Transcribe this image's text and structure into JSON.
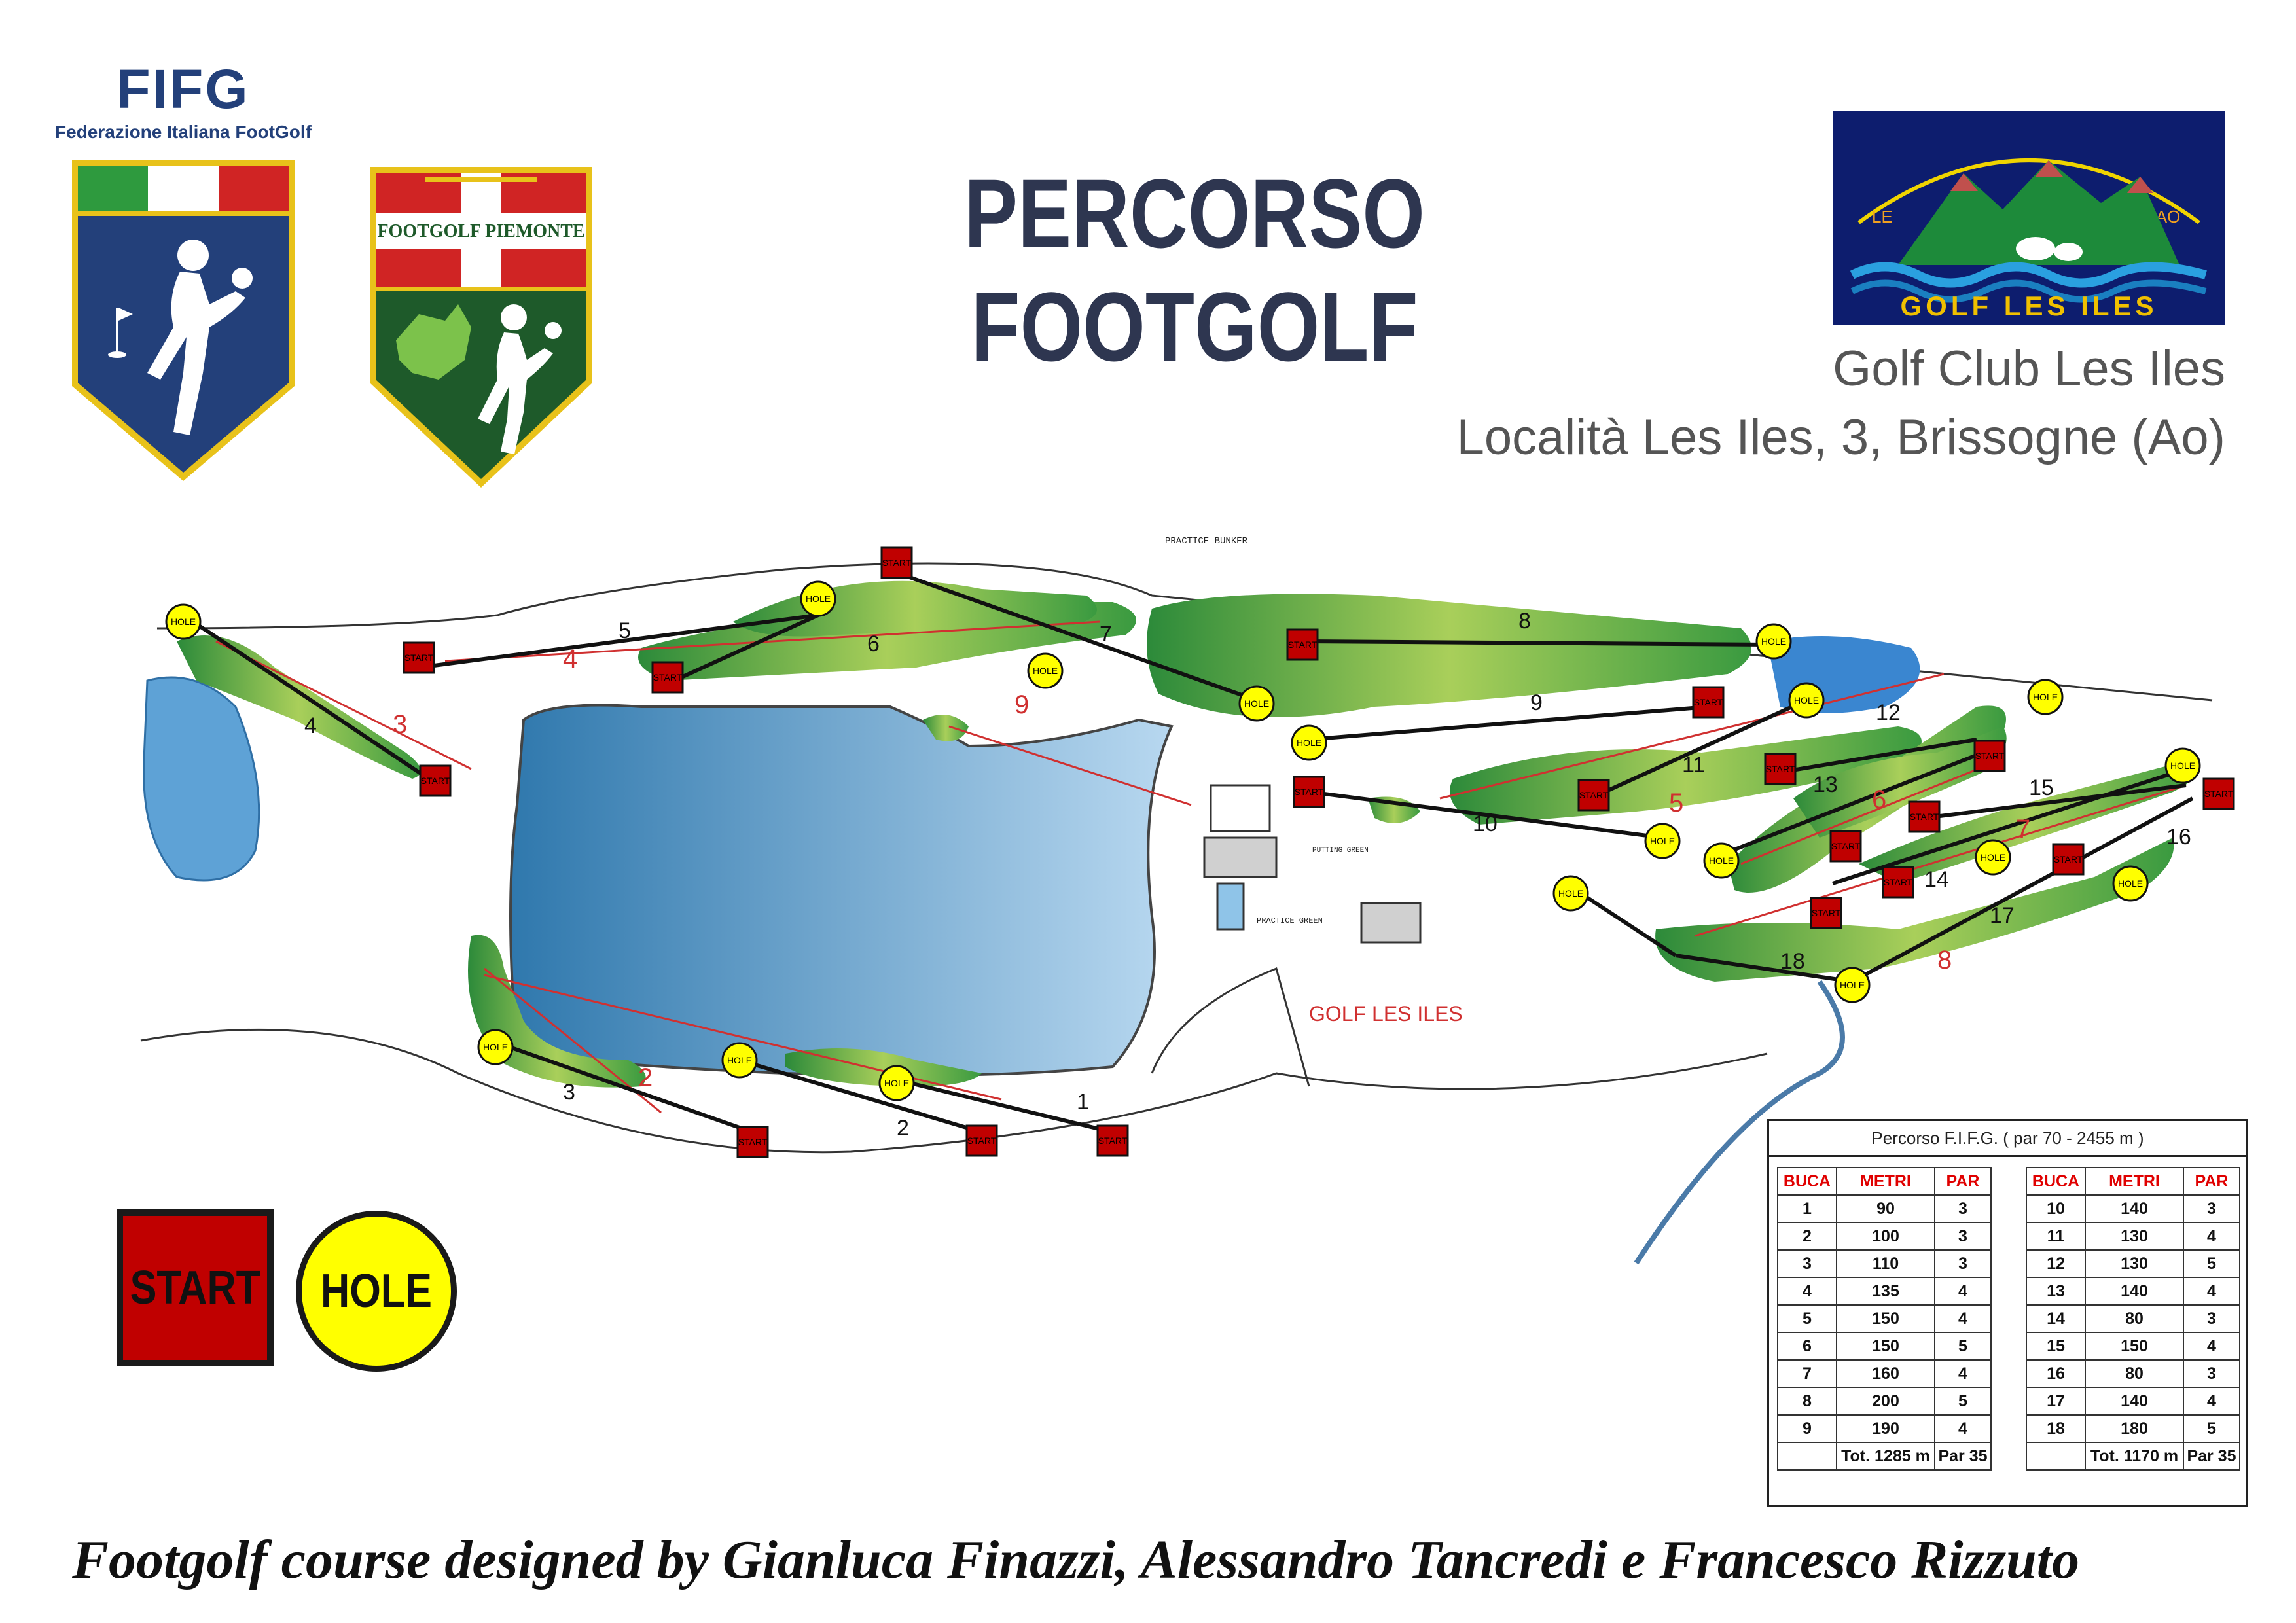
{
  "header": {
    "fifg_acronym": "FIFG",
    "fifg_fullname": "Federazione Italiana FootGolf",
    "piemonte_banner": "FOOTGOLF PIEMONTE",
    "title": "PERCORSO FOOTGOLF",
    "club_logo_text": "GOLF LES ILES",
    "club_logo_arc_left": "LE",
    "club_logo_arc_right": "D'AO",
    "club_name": "Golf Club Les Iles",
    "club_address": "Località Les Iles, 3, Brissogne (Ao)"
  },
  "colors": {
    "start_marker": "#c00000",
    "hole_marker": "#ffff00",
    "water": "#6aa8d8",
    "fairway": "#7cc24b",
    "title": "#2e3650",
    "shield_blue": "#23407a",
    "shield_green": "#1e5a2a"
  },
  "map": {
    "marker_start": "START",
    "marker_hole": "HOLE",
    "labels": {
      "practice_bunker": "PRACTICE BUNKER",
      "putting_green": "PUTTING GREEN",
      "practice_green": "PRACTICE GREEN",
      "golf_les_iles": "GOLF LES ILES"
    },
    "footgolf_hole_numbers": [
      "1",
      "2",
      "3",
      "4",
      "5",
      "6",
      "7",
      "8",
      "9",
      "10",
      "11",
      "12",
      "13",
      "14",
      "15",
      "16",
      "17",
      "18"
    ],
    "golf_hole_numbers_red": [
      "2",
      "3",
      "4",
      "5",
      "6",
      "7",
      "8",
      "9"
    ]
  },
  "legend": {
    "start_label": "START",
    "hole_label": "HOLE"
  },
  "score_table": {
    "caption": "Percorso F.I.F.G. ( par 70 - 2455 m )",
    "headers": [
      "BUCA",
      "METRI",
      "PAR"
    ],
    "front": [
      {
        "buca": "1",
        "metri": "90",
        "par": "3"
      },
      {
        "buca": "2",
        "metri": "100",
        "par": "3"
      },
      {
        "buca": "3",
        "metri": "110",
        "par": "3"
      },
      {
        "buca": "4",
        "metri": "135",
        "par": "4"
      },
      {
        "buca": "5",
        "metri": "150",
        "par": "4"
      },
      {
        "buca": "6",
        "metri": "150",
        "par": "5"
      },
      {
        "buca": "7",
        "metri": "160",
        "par": "4"
      },
      {
        "buca": "8",
        "metri": "200",
        "par": "5"
      },
      {
        "buca": "9",
        "metri": "190",
        "par": "4"
      }
    ],
    "back": [
      {
        "buca": "10",
        "metri": "140",
        "par": "3"
      },
      {
        "buca": "11",
        "metri": "130",
        "par": "4"
      },
      {
        "buca": "12",
        "metri": "130",
        "par": "5"
      },
      {
        "buca": "13",
        "metri": "140",
        "par": "4"
      },
      {
        "buca": "14",
        "metri": "80",
        "par": "3"
      },
      {
        "buca": "15",
        "metri": "150",
        "par": "4"
      },
      {
        "buca": "16",
        "metri": "80",
        "par": "3"
      },
      {
        "buca": "17",
        "metri": "140",
        "par": "4"
      },
      {
        "buca": "18",
        "metri": "180",
        "par": "5"
      }
    ],
    "front_total_metri": "Tot. 1285 m",
    "front_total_par": "Par 35",
    "back_total_metri": "Tot. 1170 m",
    "back_total_par": "Par 35"
  },
  "credits": "Footgolf course designed by Gianluca Finazzi, Alessandro Tancredi e Francesco Rizzuto"
}
